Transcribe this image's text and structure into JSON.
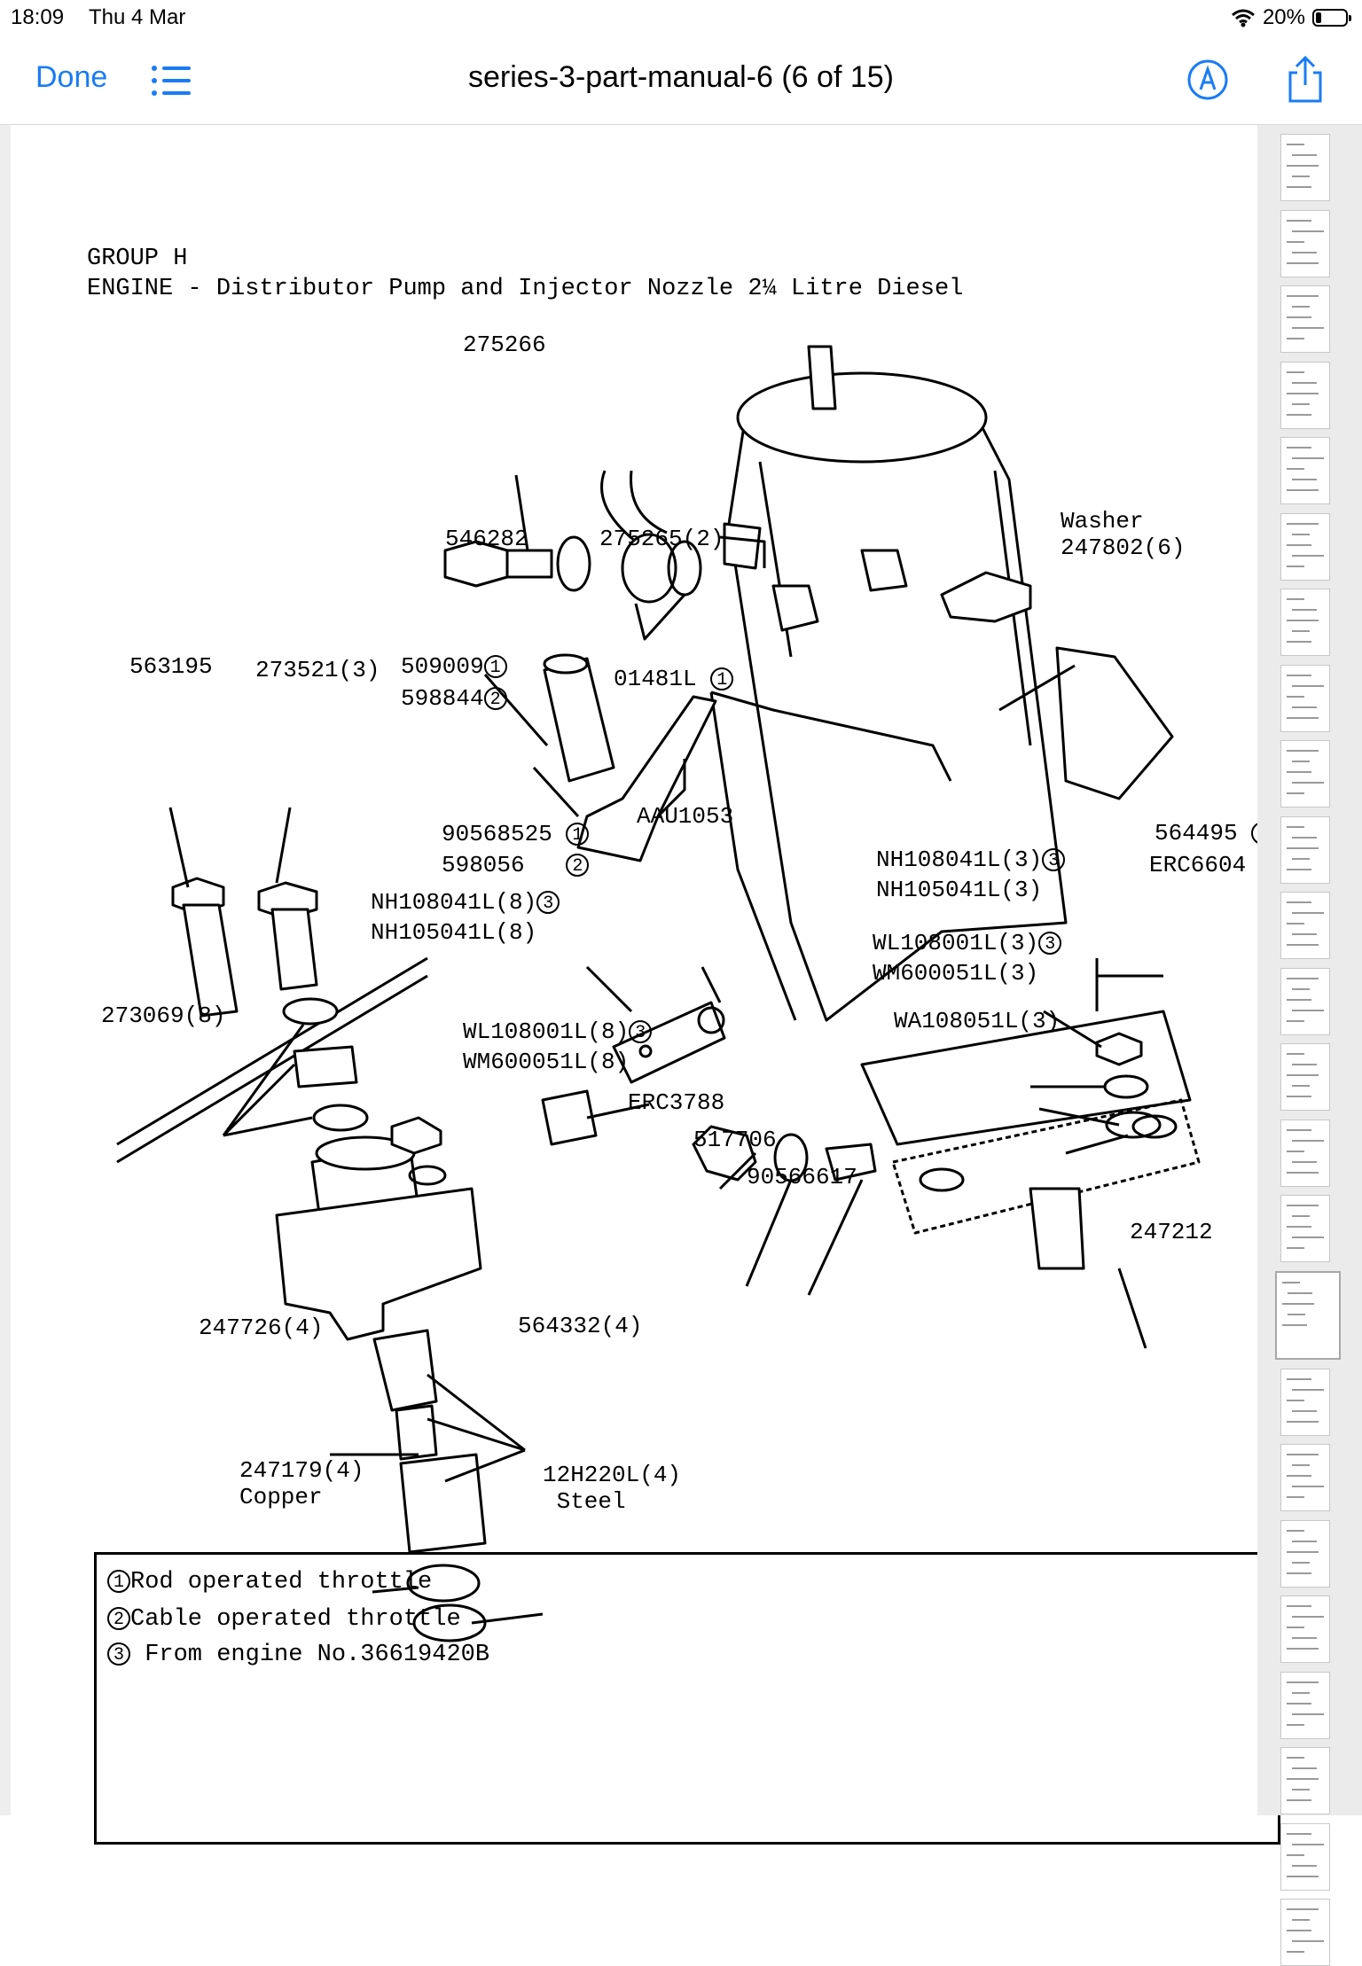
{
  "status_bar": {
    "time": "18:09",
    "date": "Thu 4 Mar",
    "battery": "20%",
    "battery_level": 0.2
  },
  "toolbar": {
    "done_label": "Done",
    "document_title": "series-3-part-manual-6 (6 of 15)",
    "icons": [
      "list-icon",
      "markup-icon",
      "share-icon"
    ]
  },
  "page": {
    "group_title": "GROUP H\nENGINE - Distributor Pump and Injector Nozzle 2¼ Litre Diesel",
    "labels": {
      "p275266": "275266",
      "p275265": "275265(2)",
      "p546282": "546282",
      "washer": "Washer\n247802(6)",
      "p563195": "563195",
      "p273521": "273521(3)",
      "p509009": "509009",
      "p598844": "598844",
      "p01481l": "01481L",
      "p564495": "564495",
      "erc6604": "ERC6604",
      "aau1053": "AAU1053",
      "p90568525": "90568525",
      "p598056": "598056",
      "nh108041l_3": "NH108041L(3)",
      "nh105041l_3": "NH105041L(3)",
      "nh108041l_8": "NH108041L(8)",
      "nh105041l_8": "NH105041L(8)",
      "wl108001l_3": "WL108001L(3)",
      "wm600051l_3": "WM600051L(3)",
      "p273069": "273069(8)",
      "wl108001l_8": "WL108001L(8)",
      "wm600051l_8": "WM600051L(8)",
      "wa108051l": "WA108051L(3)",
      "erc3788": "ERC3788",
      "p517706": "517706",
      "p90566617": "90566617",
      "p247212": "247212",
      "p247726": "247726(4)",
      "p564332": "564332(4)",
      "p247179": "247179(4)\nCopper",
      "p12h220l": "12H220L(4)\n Steel"
    },
    "markers": {
      "one": "1",
      "two": "2",
      "three": "3"
    },
    "notes": [
      "Rod operated throttle",
      "Cable operated throttle",
      "From engine No.36619420B"
    ]
  },
  "sidebar": {
    "thumbnail_count": 24,
    "active_index": 15
  }
}
